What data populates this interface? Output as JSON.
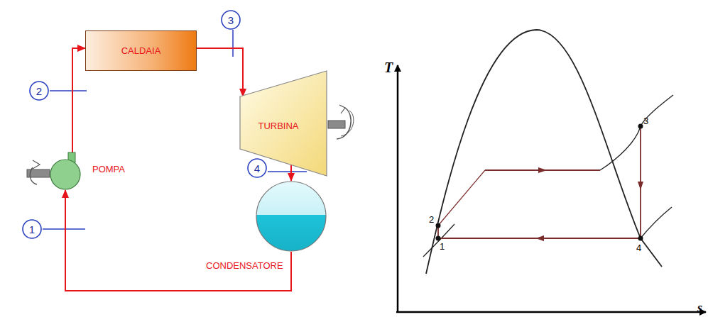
{
  "diagram": {
    "nodes": [
      {
        "text": [
          "CALDAIA"
        ]
      },
      {
        "text": [
          "TURBINA"
        ]
      },
      {
        "text": [
          "POMPA"
        ]
      },
      {
        "text": [
          "CONDENSATORE"
        ]
      },
      {
        "text": [
          "1"
        ]
      },
      {
        "text": [
          "2"
        ]
      },
      {
        "text": [
          "3"
        ]
      },
      {
        "text": [
          "4"
        ]
      }
    ],
    "edges": [
      {
        "from": 2,
        "to": 0,
        "arrow": "to"
      },
      {
        "from": 0,
        "to": 1,
        "arrow": "to"
      },
      {
        "from": 1,
        "to": 3,
        "arrow": "to"
      },
      {
        "from": 3,
        "to": 2,
        "arrow": "to"
      }
    ],
    "labels": [
      "T",
      "s",
      "1",
      "2",
      "3",
      "4"
    ]
  }
}
